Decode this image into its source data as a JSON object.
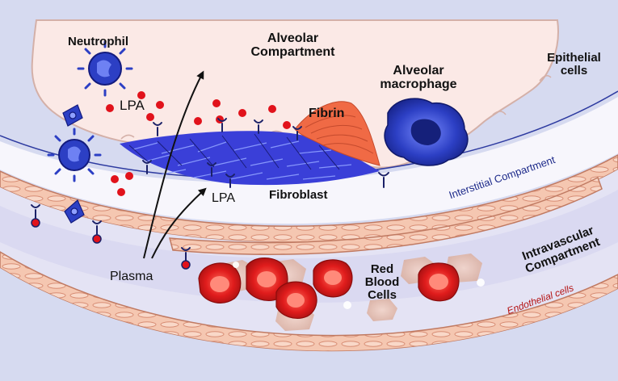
{
  "labels": {
    "neutrophil": "Neutrophil",
    "alveolar_compartment_1": "Alveolar",
    "alveolar_compartment_2": "Compartment",
    "alveolar_macrophage_1": "Alveolar",
    "alveolar_macrophage_2": "macrophage",
    "epithelial_cells_1": "Epithelial",
    "epithelial_cells_2": "cells",
    "lpa_top": "LPA",
    "fibrin": "Fibrin",
    "interstitial_compartment": "Interstitial Compartment",
    "lpa_bottom": "LPA",
    "fibroblast": "Fibroblast",
    "intravascular_compartment_1": "Intravascular",
    "intravascular_compartment_2": "Compartment",
    "endothelial_cells": "Endothelial cells",
    "plasma": "Plasma",
    "red_blood_cells_1": "Red",
    "red_blood_cells_2": "Blood",
    "red_blood_cells_3": "Cells"
  },
  "colors": {
    "background": "#d6daf0",
    "alveolar_space": "#fbe9e6",
    "epithelial_edge": "#d4b0a8",
    "interstitium": "#ffffff",
    "endothelium": "#f5c7b1",
    "endothelium_edge": "#d88e75",
    "vessel_lumen": "#e4e3f4",
    "immune_cell": "#2c3fc4",
    "fibroblast_mesh": "#3a3fd8",
    "fibrin": "#f06a45",
    "lpa_dot": "#e1121b",
    "red_blood_cell": "#e01c1c",
    "arrow": "#111111"
  }
}
